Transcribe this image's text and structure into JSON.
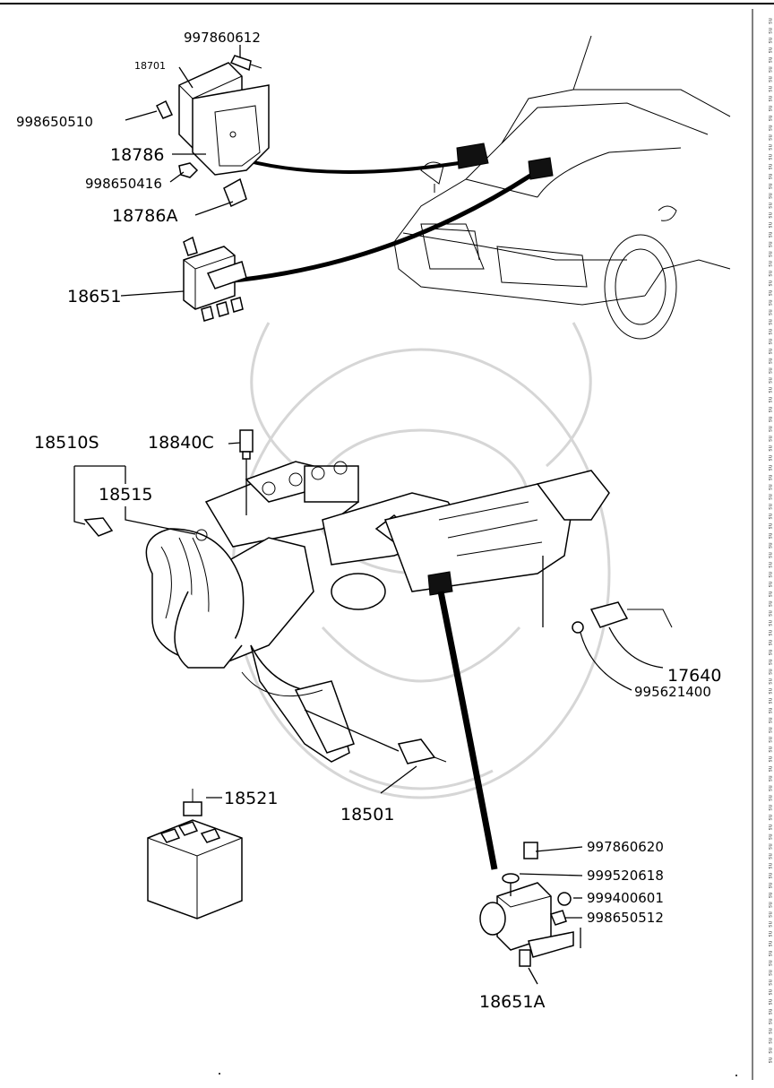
{
  "labels": {
    "p997860612": "997860612",
    "p18701": "18701",
    "p998650510": "998650510",
    "p18786": "18786",
    "p998650416": "998650416",
    "p18786A": "18786A",
    "p18651": "18651",
    "p18510S": "18510S",
    "p18840C": "18840C",
    "p18515": "18515",
    "p17640": "17640",
    "p995621400": "995621400",
    "p18501": "18501",
    "p18521": "18521",
    "p997860620": "997860620",
    "p999520618": "999520618",
    "p999400601": "999400601",
    "p998650512": "998650512",
    "p18651A": "18651A"
  },
  "edge_strip": "ns ns ns ns ns ns ns ns ns ns ns ns ns ns ns ns ns ns ns ns ns ns ns ns ns ns ns ns ns ns ns ns ns ns ns ns ns ns ns ns ns ns ns ns ns ns ns ns ns ns ns ns ns ns ns ns ns ns ns ns ns ns ns ns ns ns ns ns ns ns ns ns ns ns ns ns ns ns ns ns ns ns ns ns ns ns ns ns ns ns ns ns ns ns ns ns ns ns ns ns ns ns ns ns ns ns ns ns"
}
